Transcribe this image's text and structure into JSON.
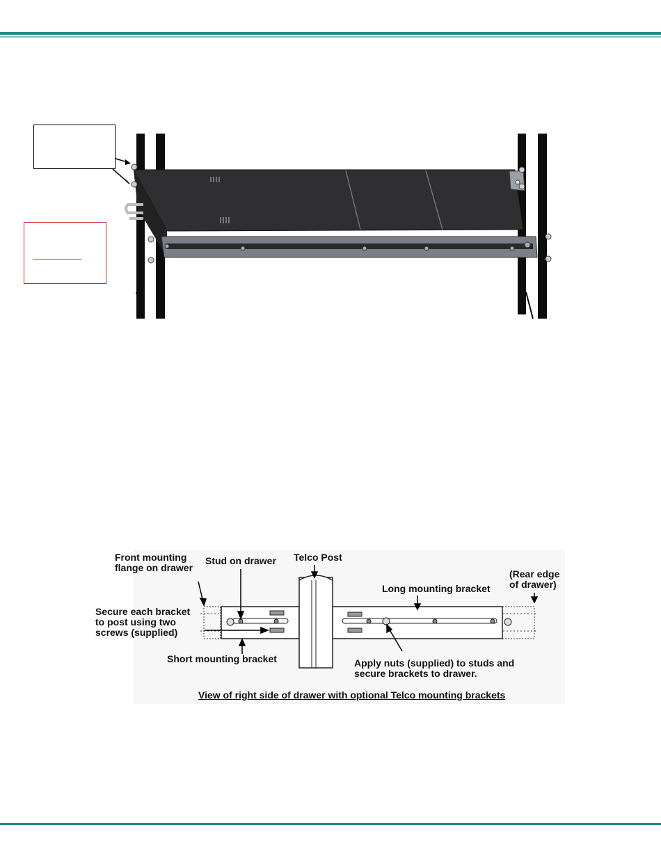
{
  "colors": {
    "header_rule": "#2a8a86",
    "footer_rule": "#2a8a86",
    "rack_post": "#0d0d0d",
    "drawer_top": "#2e2e30",
    "drawer_rail": "#6b6f78",
    "callout_red": "#d02020"
  },
  "top_figure": {
    "callout_black_text": "",
    "callout_red_text": ""
  },
  "bottom_figure": {
    "front_flange_line1": "Front mounting",
    "front_flange_line2": "flange on drawer",
    "stud_label": "Stud on drawer",
    "telco_post_label": "Telco Post",
    "rear_edge_line1": "(Rear edge",
    "rear_edge_line2": "of drawer)",
    "long_bracket_label": "Long mounting bracket",
    "secure_line1": "Secure each bracket",
    "secure_line2": "to post using two",
    "secure_line3": " screws (supplied)",
    "short_bracket_label": "Short mounting bracket",
    "apply_line1": "Apply nuts (supplied) to studs and",
    "apply_line2": "secure brackets to drawer.",
    "caption": "View of right side of drawer with optional Telco mounting brackets"
  }
}
